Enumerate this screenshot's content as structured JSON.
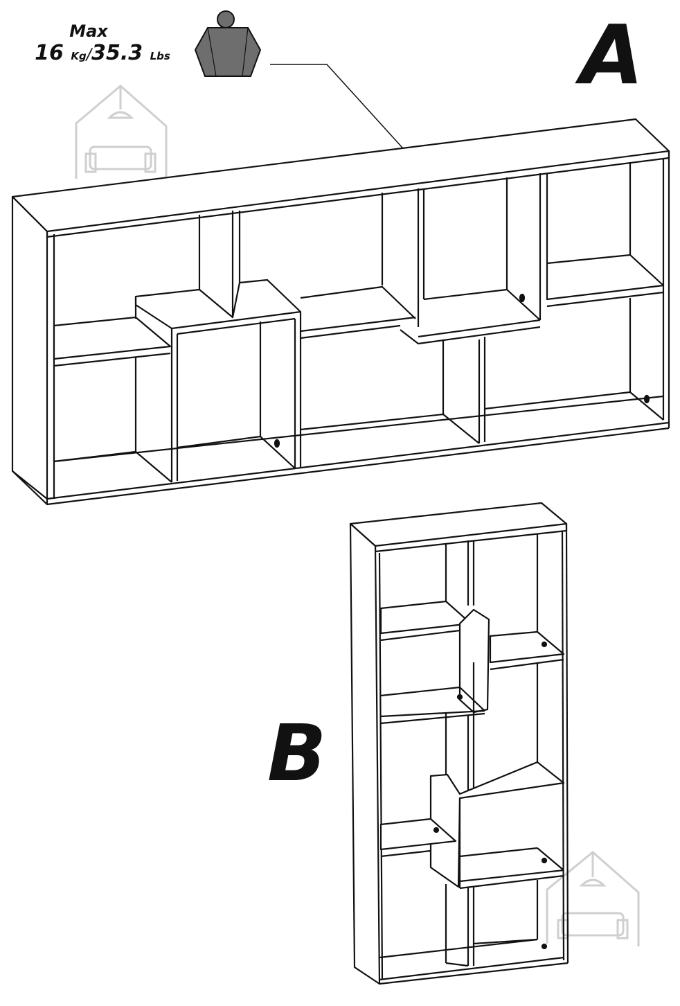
{
  "weight_limit": {
    "max_label": "Max",
    "kg_value": "16",
    "kg_unit": "Kg",
    "separator": "/",
    "lbs_value": "35.3",
    "lbs_unit": "Lbs"
  },
  "configurations": {
    "horizontal_label": "A",
    "vertical_label": "B"
  },
  "icons": {
    "weight": "weight-icon",
    "watermark": "house-sofa-watermark-icon"
  },
  "colors": {
    "line": "#111111",
    "weight_fill": "#6e6e6e",
    "watermark": "#c8c8c8"
  }
}
